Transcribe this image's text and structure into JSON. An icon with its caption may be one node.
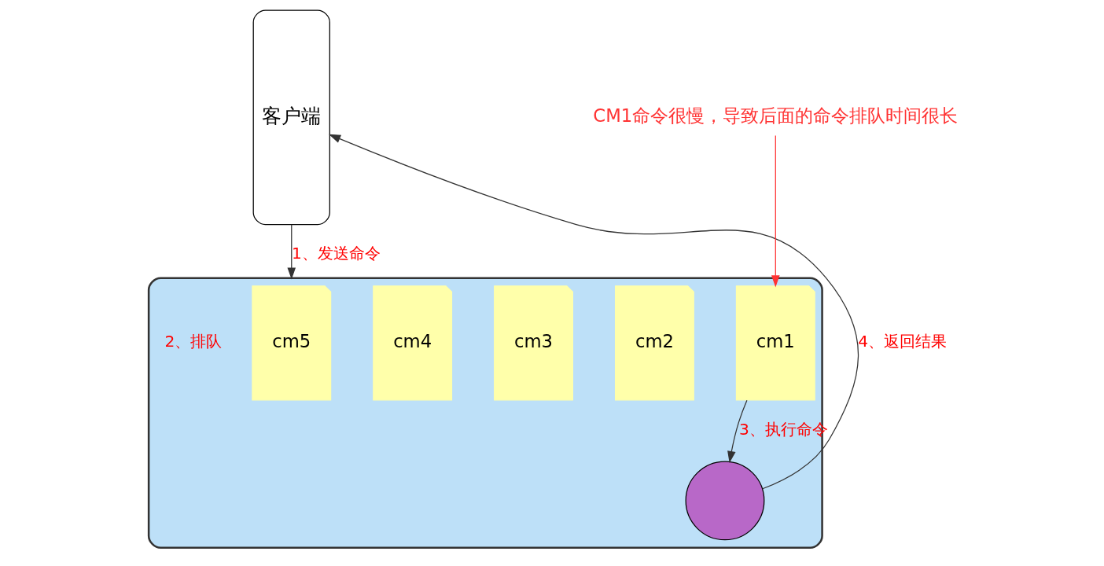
{
  "diagram": {
    "nodes": [
      {
        "text": [
          "客户端"
        ]
      },
      {
        "text": [],
        "shape": "cylinder"
      },
      {
        "text": [
          "cm5"
        ],
        "in": 1
      },
      {
        "text": [
          "cm4"
        ],
        "in": 1
      },
      {
        "text": [
          "cm3"
        ],
        "in": 1
      },
      {
        "text": [
          "cm2"
        ],
        "in": 1
      },
      {
        "text": [
          "cm1"
        ],
        "in": 1
      },
      {
        "text": [],
        "shape": "circle",
        "in": 1
      },
      {
        "text": [
          "CM1命令很慢，导致后面的命令排队时间很长"
        ]
      }
    ],
    "edges": [
      {
        "from": 0,
        "to": 1,
        "arrow": "to",
        "label": "1、发送命令"
      },
      {
        "from": 6,
        "to": 7,
        "arrow": "to",
        "label": "3、执行命令"
      },
      {
        "from": 7,
        "to": 0,
        "arrow": "to",
        "label": "4、返回结果"
      },
      {
        "from": 8,
        "to": 6,
        "arrow": "to",
        "color": "#ff3333"
      }
    ],
    "labels": [
      "2、排队"
    ]
  }
}
